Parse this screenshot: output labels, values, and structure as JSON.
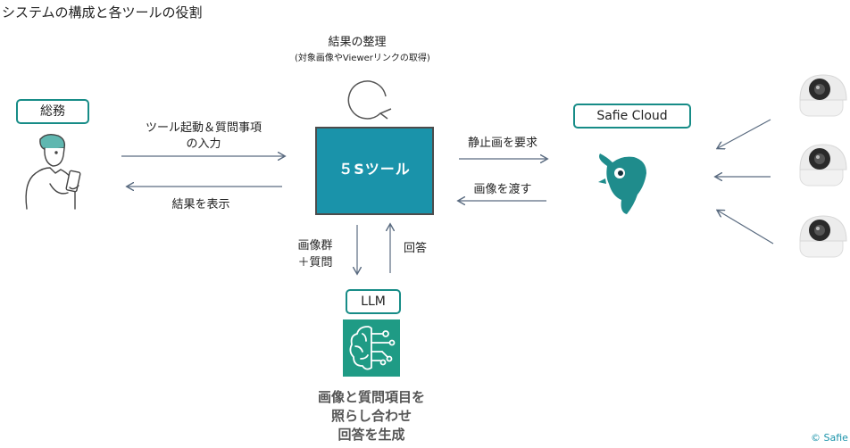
{
  "title": "システムの構成と各ツールの役割",
  "loop": {
    "label": "結果の整理",
    "sublabel": "(対象画像やViewerリンクの取得)"
  },
  "actors": {
    "general_affairs": "総務",
    "safie_cloud": "Safie Cloud",
    "llm": "LLM"
  },
  "tool": {
    "label": "５Sツール"
  },
  "arrows": {
    "launch_line1": "ツール起動＆質問事項",
    "launch_line2": "の入力",
    "show_result": "結果を表示",
    "request_still": "静止画を要求",
    "pass_image": "画像を渡す",
    "images_line1": "画像群",
    "images_line2": "＋質問",
    "answer": "回答"
  },
  "llm_caption": {
    "line1": "画像と質問項目を",
    "line2": "照らし合わせ",
    "line3": "回答を生成"
  },
  "copyright": "© Safie",
  "icons": [
    "person-with-phone-icon",
    "loop-arrow-icon",
    "ai-brain-icon",
    "safie-bird-logo",
    "security-camera-icon"
  ],
  "colors": {
    "accent": "#178c87",
    "tool_box": "#1a93aa",
    "llm_icon": "#1f9b85",
    "arrow": "#5a6b80"
  }
}
